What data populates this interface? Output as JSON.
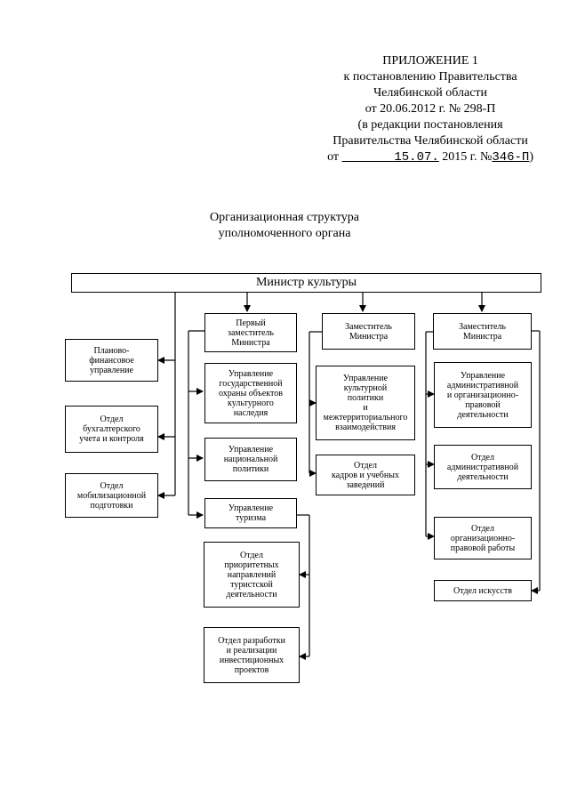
{
  "header": {
    "line1": "ПРИЛОЖЕНИЕ 1",
    "line2": "к постановлению Правительства",
    "line3": "Челябинской области",
    "line4": "от 20.06.2012 г.  № 298-П",
    "line5": "(в редакции постановления",
    "line6": "Правительства Челябинской области",
    "from_label": "от",
    "date_value": "15.07.",
    "year_text": "2015 г. №",
    "number_value": "346-П",
    "close": ")"
  },
  "title": {
    "line1": "Организационная структура",
    "line2": "уполномоченного органа"
  },
  "org": {
    "minister": "Министр культуры",
    "first_deputy": "Первый\nзаместитель\nМинистра",
    "deputy2": "Заместитель\nМинистра",
    "deputy3": "Заместитель\nМинистра",
    "planning": "Планово-\nфинансовое\nуправление",
    "accounting": "Отдел\nбухгалтерского\nучета и контроля",
    "mobilization": "Отдел\nмобилизационной\nподготовки",
    "heritage": "Управление\nгосударственной\nохраны объектов\nкультурного\nнаследия",
    "national": "Управление\nнациональной\nполитики",
    "tourism": "Управление\nтуризма",
    "priority_tourism": "Отдел\nприоритетных\nнаправлений\nтуристской\nдеятельности",
    "investment": "Отдел разработки\nи реализации\nинвестиционных\nпроектов",
    "cultural_policy": "Управление\nкультурной\nполитики\nи\nмежтерриториального\nвзаимодействия",
    "personnel": "Отдел\nкадров и учебных\nзаведений",
    "admin_directorate": "Управление\nадминистративной\nи организационно-\nправовой\nдеятельности",
    "admin_dept": "Отдел\nадминистративной\nдеятельности",
    "legal_dept": "Отдел\nорганизационно-\nправовой работы",
    "arts_dept": "Отдел искусств"
  }
}
